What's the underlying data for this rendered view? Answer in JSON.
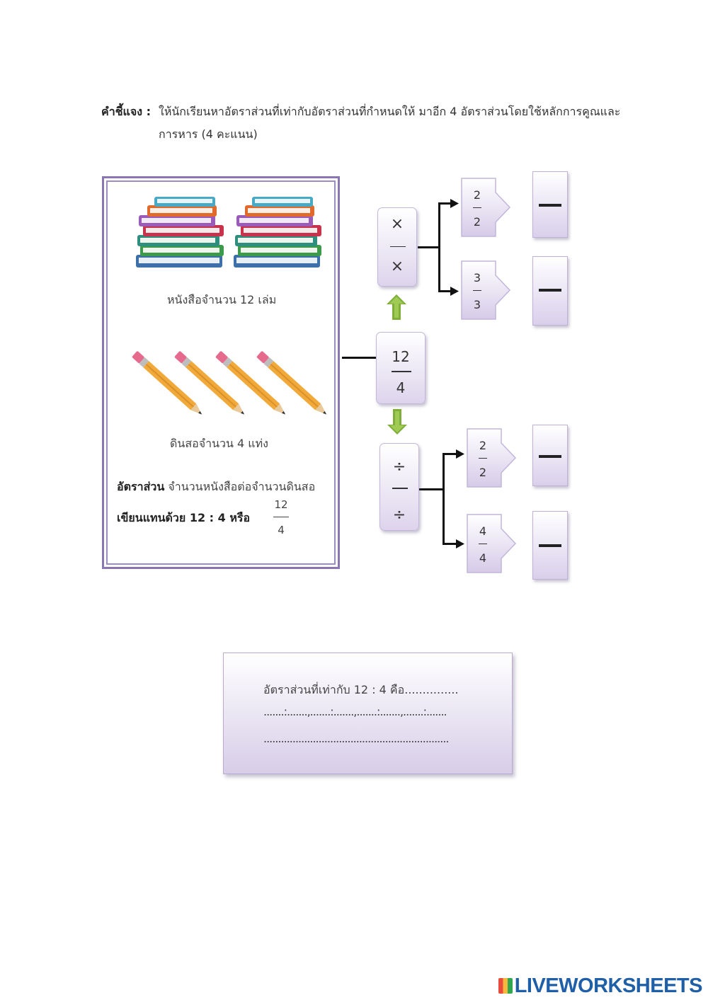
{
  "instructions": {
    "label": "คำชี้แจง :",
    "line1": "ให้นักเรียนหาอัตราส่วนที่เท่ากับอัตราส่วนที่กำหนดให้ มาอีก 4 อัตราส่วนโดยใช้หลักการคูณและ",
    "line2": "การหาร  (4 คะแนน)"
  },
  "panel": {
    "books_caption": "หนังสือจำนวน 12 เล่ม",
    "pencils_caption": "ดินสอจำนวน  4 แท่ง",
    "ratio_label": "อัตราส่วน",
    "ratio_text": "จำนวนหนังสือต่อจำนวนดินสอ",
    "written_label": "เขียนแทนด้วย  12 : 4  หรือ",
    "frac_num": "12",
    "frac_den": "4"
  },
  "center": {
    "num": "12",
    "den": "4"
  },
  "multiply": {
    "sym_top": "×",
    "sym_bottom": "×",
    "fractions": [
      {
        "num": "2",
        "den": "2"
      },
      {
        "num": "3",
        "den": "3"
      }
    ]
  },
  "divide": {
    "sym_top": "÷",
    "sym_bottom": "÷",
    "fractions": [
      {
        "num": "2",
        "den": "2"
      },
      {
        "num": "4",
        "den": "4"
      }
    ]
  },
  "answer": {
    "line1": "อัตราส่วนที่เท่ากับ 12 : 4 คือ...............",
    "line2": ".......:.......,.......:.......,.......:.......,.......:.......",
    "line3": "................................................................"
  },
  "colors": {
    "arrow_green": "#7fae3a",
    "panel_border": "#8a76b0",
    "box_fill": "#ddd4ec"
  },
  "brand": {
    "name": "LIVEWORKSHEETS"
  }
}
